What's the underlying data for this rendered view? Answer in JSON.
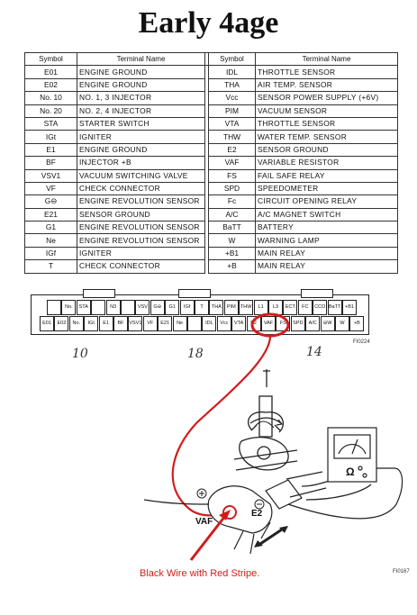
{
  "title": "Early 4age",
  "table": {
    "headers": [
      "Symbol",
      "Terminal Name",
      "Symbol",
      "Terminal Name"
    ],
    "rows": [
      [
        "E01",
        "ENGINE GROUND",
        "IDL",
        "THROTTLE SENSOR"
      ],
      [
        "E02",
        "ENGINE GROUND",
        "THA",
        "AIR TEMP. SENSOR"
      ],
      [
        "No. 10",
        "NO. 1, 3 INJECTOR",
        "Vcc",
        "SENSOR POWER SUPPLY (+6V)"
      ],
      [
        "No. 20",
        "NO. 2, 4 INJECTOR",
        "PIM",
        "VACUUM SENSOR"
      ],
      [
        "STA",
        "STARTER SWITCH",
        "VTA",
        "THROTTLE SENSOR"
      ],
      [
        "IGt",
        "IGNITER",
        "THW",
        "WATER TEMP. SENSOR"
      ],
      [
        "E1",
        "ENGINE GROUND",
        "E2",
        "SENSOR GROUND"
      ],
      [
        "BF",
        "INJECTOR +B",
        "VAF",
        "VARIABLE RESISTOR"
      ],
      [
        "VSV1",
        "VACUUM SWITCHING VALVE",
        "FS",
        "FAIL SAFE RELAY"
      ],
      [
        "VF",
        "CHECK CONNECTOR",
        "SPD",
        "SPEEDOMETER"
      ],
      [
        "G⊖",
        "ENGINE REVOLUTION SENSOR",
        "Fc",
        "CIRCUIT OPENING RELAY"
      ],
      [
        "E21",
        "SENSOR GROUND",
        "A/C",
        "A/C MAGNET SWITCH"
      ],
      [
        "G1",
        "ENGINE REVOLUTION SENSOR",
        "BaTT",
        "BATTERY"
      ],
      [
        "Ne",
        "ENGINE REVOLUTION SENSOR",
        "W",
        "WARNING LAMP"
      ],
      [
        "IGf",
        "IGNITER",
        "+B1",
        "MAIN RELAY"
      ],
      [
        "T",
        "CHECK CONNECTOR",
        "+B",
        "MAIN RELAY"
      ]
    ]
  },
  "connector": {
    "top_row": [
      "",
      "No. 10",
      "STA",
      "",
      "N3",
      "",
      "VSV",
      "G⊖",
      "G1",
      "IGf",
      "T",
      "THA",
      "PIM",
      "THW",
      "L1",
      "L3",
      "ECT",
      "FC",
      "CCO",
      "BaTT",
      "+B1"
    ],
    "bottom_row": [
      "E01",
      "E02",
      "No. 20",
      "IGt",
      "E1",
      "BF",
      "VSV1",
      "VF",
      "E21",
      "Ne",
      "",
      "IDL",
      "Vcc",
      "VTA",
      "E2",
      "VAF",
      "FS",
      "SPD",
      "A/C",
      "⊖W",
      "W",
      "+B"
    ],
    "ref_code": "FI0224",
    "pin_number_labels": [
      "10",
      "18",
      "14"
    ]
  },
  "diagram": {
    "vaf_label": "VAF",
    "e2_label": "E2",
    "omega_label": "Ω",
    "ref_code": "FI0167",
    "caption": "Black Wire with Red Stripe."
  },
  "colors": {
    "annotation": "#d21c1c"
  }
}
